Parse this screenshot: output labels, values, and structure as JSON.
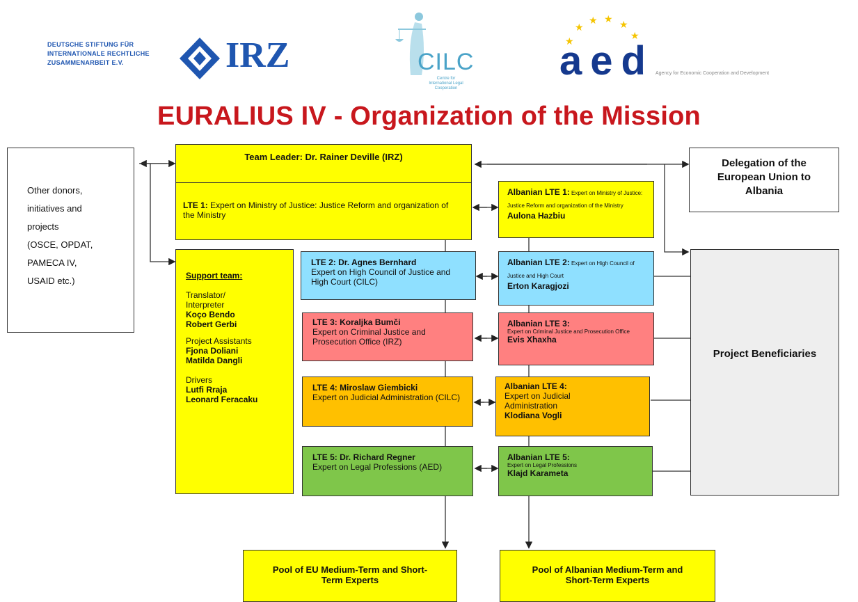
{
  "logos": {
    "irz": {
      "text": "IRZ",
      "subtitle_lines": [
        "DEUTSCHE STIFTUNG FÜR",
        "INTERNATIONALE RECHTLICHE",
        "ZUSAMMENARBEIT E.V."
      ]
    },
    "cilc": {
      "text": "CILC",
      "subtitle_lines": [
        "Centre for",
        "International Legal",
        "Cooperation"
      ]
    },
    "aed": {
      "text": "aed",
      "subtitle": "Agency for Economic Cooperation and Development"
    }
  },
  "title": "EURALIUS IV - Organization of the Mission",
  "other_donors": {
    "lines": [
      "Other donors,",
      "initiatives and",
      "projects",
      "(OSCE, OPDAT,",
      "PAMECA IV,",
      "USAID etc.)"
    ]
  },
  "delegation": {
    "text": "Delegation of the European Union to Albania"
  },
  "team_leader": {
    "text": "Team Leader: Dr. Rainer Deville (IRZ)"
  },
  "lte1": {
    "label": "LTE 1:",
    "text": " Expert on Ministry of Justice: Justice Reform and organization of the Ministry"
  },
  "albanian_lte1": {
    "label": "Albanian LTE 1:",
    "desc": " Expert on Ministry of Justice: Justice Reform and organization of the Ministry",
    "name": "Aulona Hazbiu"
  },
  "support_team": {
    "heading": "Support team:",
    "translator_role": "Translator/ Interpreter",
    "translators": [
      "Koço Bendo",
      "Robert Gerbi"
    ],
    "assistants_role": "Project Assistants",
    "assistants": [
      "Fjona Doliani",
      "Matilda Dangli"
    ],
    "drivers_role": "Drivers",
    "drivers": [
      "Lutfi Rraja",
      "Leonard Feracaku"
    ]
  },
  "lte2": {
    "name": "LTE 2: Dr. Agnes Bernhard",
    "desc": "Expert on High Council of Justice and High Court (CILC)"
  },
  "albanian_lte2": {
    "label": "Albanian LTE 2:",
    "desc": " Expert on High Council of Justice and High Court",
    "name": "Erton Karagjozi"
  },
  "lte3": {
    "name": "LTE 3: Koraljka Bumči",
    "desc": "Expert on Criminal Justice and Prosecution Office (IRZ)"
  },
  "albanian_lte3": {
    "label": "Albanian LTE 3:",
    "desc": "Expert on Criminal Justice and Prosecution Office",
    "name": "Evis Xhaxha"
  },
  "lte4": {
    "name": "LTE 4: Miroslaw Giembicki",
    "desc": "Expert on Judicial Administration (CILC)"
  },
  "albanian_lte4": {
    "label": "Albanian LTE 4:",
    "desc": "Expert on Judicial Administration",
    "name": "Klodiana Vogli"
  },
  "lte5": {
    "name": "LTE 5: Dr. Richard Regner",
    "desc": "Expert on Legal Professions (AED)"
  },
  "albanian_lte5": {
    "label": "Albanian LTE 5:",
    "desc": "Expert on Legal Professions",
    "name": "Klajd Karameta"
  },
  "beneficiaries": {
    "text": "Project Beneficiaries"
  },
  "eu_pool": {
    "text": "Pool of EU Medium-Term and Short-Term Experts"
  },
  "albanian_pool": {
    "text": "Pool of Albanian Medium-Term and Short-Term Experts"
  },
  "colors": {
    "title_red": "#c8171d",
    "yellow": "#ffff00",
    "blue": "#8fe0ff",
    "red": "#ff8080",
    "orange": "#ffc000",
    "green": "#7fc64a",
    "grey": "#eeeeee"
  }
}
